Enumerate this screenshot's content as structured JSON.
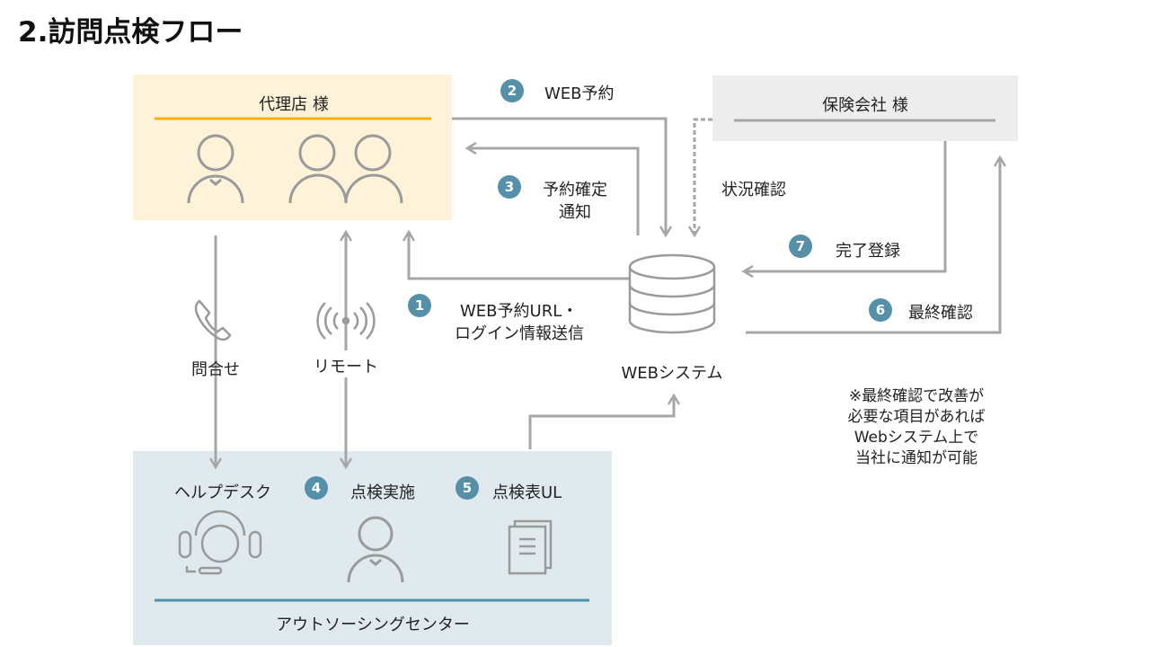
{
  "title": "2.訪問点検フロー",
  "agent": {
    "label": "代理店 様"
  },
  "insurer": {
    "label": "保険会社 様"
  },
  "outsourcing": {
    "label": "アウトソーシングセンター",
    "helpdesk": "ヘルプデスク",
    "inspection": "点検実施",
    "upload": "点検表UL"
  },
  "system": {
    "label": "WEBシステム"
  },
  "steps": [
    {
      "num": "1",
      "line1": "WEB予約URL・",
      "line2": "ログイン情報送信"
    },
    {
      "num": "2",
      "text": "WEB予約"
    },
    {
      "num": "3",
      "line1": "予約確定",
      "line2": "通知"
    },
    {
      "num": "4"
    },
    {
      "num": "5"
    },
    {
      "num": "6",
      "text": "最終確認"
    },
    {
      "num": "7",
      "text": "完了登録"
    }
  ],
  "status_check": "状況確認",
  "inquiry": "問合せ",
  "remote": "リモート",
  "note": [
    "※最終確認で改善が",
    "必要な項目があれば",
    "Webシステム上で",
    "当社に通知が可能"
  ],
  "colors": {
    "agent_bg": "#FEF2D8",
    "agent_line": "#FFB000",
    "insurer_bg": "#EDEDED",
    "outsourcing_bg": "#E0EAEE",
    "outsourcing_line": "#4E8FA6",
    "badge": "#5590A8",
    "arrow": "#A6A6A6"
  }
}
